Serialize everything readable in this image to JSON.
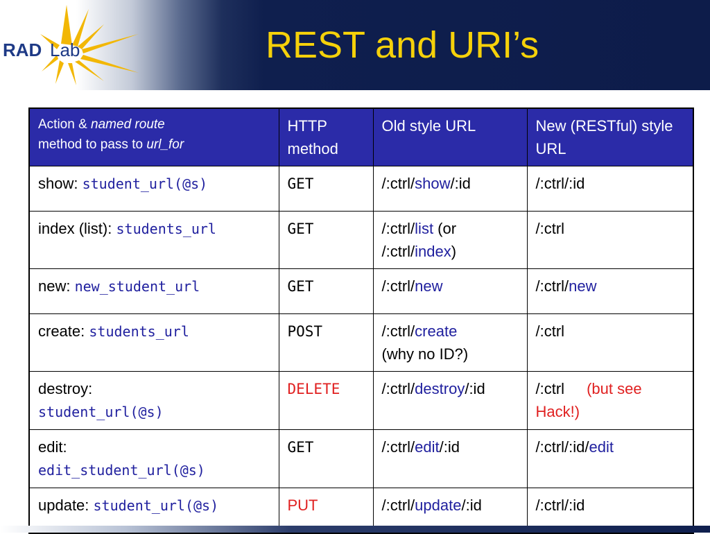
{
  "slide": {
    "title": "REST and URI’s",
    "logo_text": "RAD Lab"
  },
  "table": {
    "headers": {
      "action_prefix": "Action & ",
      "action_named_route": "named route",
      "action_line2_prefix": "method to pass to ",
      "action_url_for": "url_for",
      "http_method": "HTTP method",
      "old_style": "Old style URL",
      "new_style": "New (RESTful) style URL"
    },
    "rows": [
      {
        "action_label": "show: ",
        "route": "student_url(@s)",
        "method": "GET",
        "old_pre": "/:ctrl/",
        "old_kw": "show",
        "old_post": "/:id",
        "new_pre": "/:ctrl/:id",
        "new_kw": "",
        "new_post": ""
      },
      {
        "action_label": "index (list): ",
        "route": "students_url",
        "method": "GET",
        "old_pre": "/:ctrl/",
        "old_kw": "list",
        "old_post": " (or",
        "old_line2_pre": "/:ctrl/",
        "old_line2_kw": "index",
        "old_line2_post": ")",
        "new_pre": "/:ctrl"
      },
      {
        "action_label": "new: ",
        "route": "new_student_url",
        "method": "GET",
        "old_pre": "/:ctrl/",
        "old_kw": "new",
        "old_post": "",
        "new_pre": "/:ctrl/",
        "new_kw": "new"
      },
      {
        "action_label": "create: ",
        "route": "students_url",
        "method": "POST",
        "old_pre": "/:ctrl/",
        "old_kw": "create",
        "old_post": "",
        "old_line2": "(why no ID?)",
        "new_pre": "/:ctrl"
      },
      {
        "action_label": "destroy:",
        "route": "student_url(@s)",
        "method": "DELETE",
        "old_pre": "/:ctrl/",
        "old_kw": "destroy",
        "old_post": "/:id",
        "new_pre": "/:ctrl",
        "new_note_1": "(but see",
        "new_note_2": "Hack!)"
      },
      {
        "action_label": "edit:",
        "route": "edit_student_url(@s)",
        "method": "GET",
        "old_pre": "/:ctrl/",
        "old_kw": "edit",
        "old_post": "/:id",
        "new_pre": "/:ctrl/:id/",
        "new_kw": "edit"
      },
      {
        "action_label": "update: ",
        "route": "student_url(@s)",
        "method": "PUT",
        "old_pre": "/:ctrl/",
        "old_kw": "update",
        "old_post": "/:id",
        "new_pre": "/:ctrl/:id"
      }
    ]
  },
  "colors": {
    "header_bg": "#0f1f4e",
    "title": "#f5d10a",
    "table_header_bg": "#2b2ba8",
    "keyword_blue": "#1f1f9e",
    "highlight_red": "#e02020"
  }
}
